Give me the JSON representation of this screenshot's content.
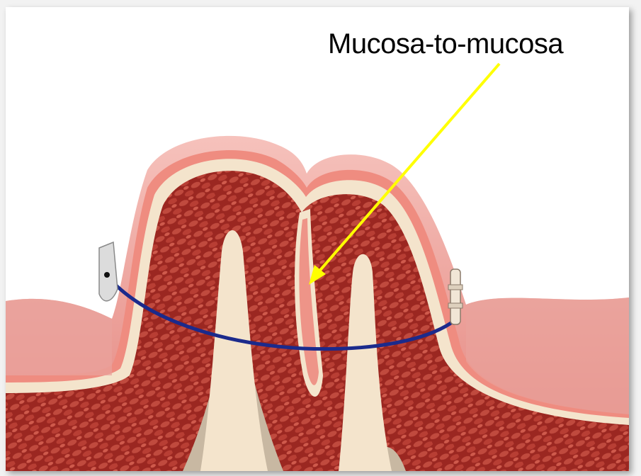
{
  "annotation": {
    "text": "Mucosa-to-mucosa",
    "arrow_color": "#ffff00"
  },
  "colors": {
    "mucosa_outer": "#e89a92",
    "mucosa_pink": "#f29a8c",
    "submucosa": "#f3e3cc",
    "muscle": "#9e2a24",
    "muscle_cells": "#c0443a",
    "serosa_base": "#c9b9a3",
    "suture": "#1b2a8c",
    "fastener": "#d8d8d8"
  },
  "icons": [
    "suture-thread",
    "suture-anchor-left",
    "suture-anchor-right",
    "yellow-arrow"
  ]
}
